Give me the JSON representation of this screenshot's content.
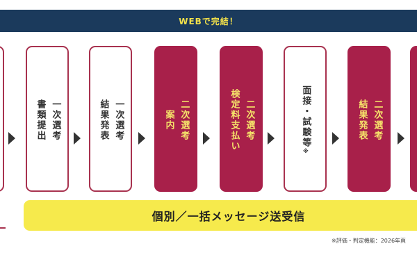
{
  "banner": {
    "label": "WEBで完結！"
  },
  "steps": [
    {
      "lines": [
        "一次選考",
        "書類提出"
      ]
    },
    {
      "lines": [
        "一次選考",
        "結果発表"
      ]
    },
    {
      "lines": [
        "二次選考",
        "案内"
      ]
    },
    {
      "lines": [
        "二次選考",
        "検定料支払い"
      ]
    },
    {
      "lines": [
        "面接・試験等"
      ],
      "note_mark": "※"
    },
    {
      "lines": [
        "二次選考",
        "結果発表"
      ]
    }
  ],
  "messaging_bar": {
    "label": "個別／一括メッセージ送受信"
  },
  "footnote": {
    "text": "※評価・判定機能：2026年頁"
  },
  "colors": {
    "banner_bg": "#1b3a5c",
    "banner_text": "#f3e14a",
    "step_accent": "#a8204a",
    "step_dark_text": "#f5e36a",
    "bar_bg": "#f6ea4c"
  }
}
